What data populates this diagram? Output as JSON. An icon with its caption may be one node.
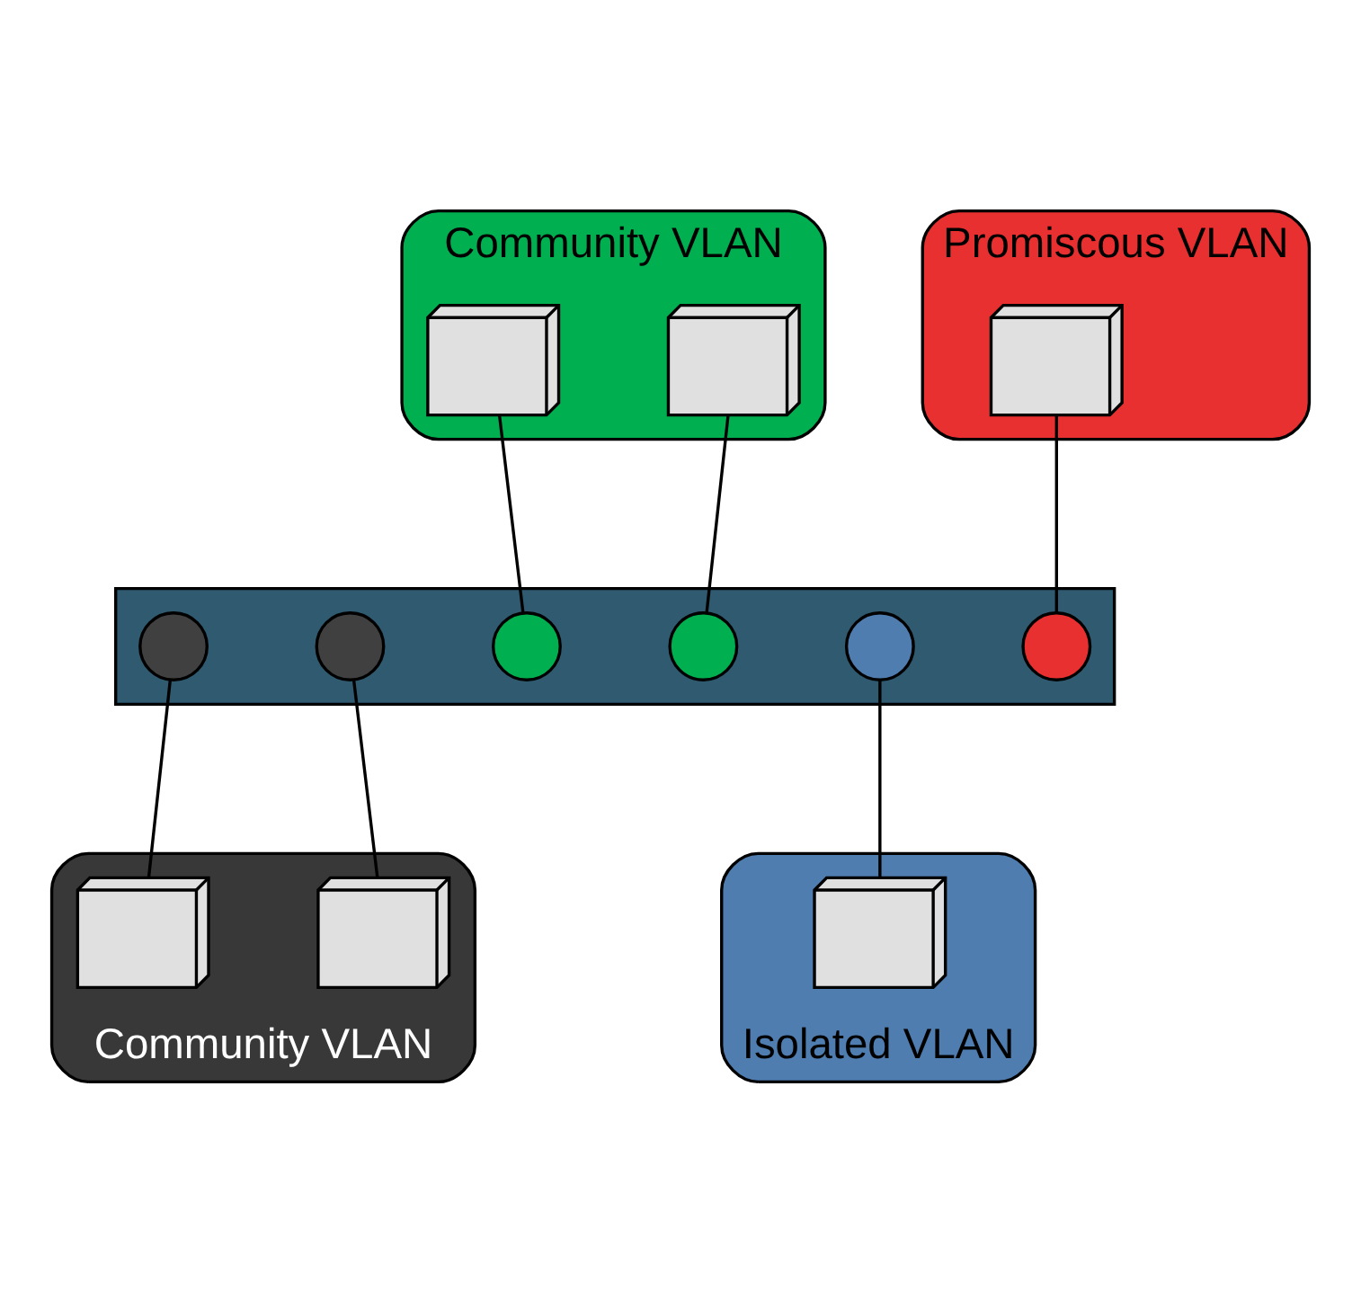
{
  "diagram": {
    "nodes": [
      {
        "text": [
          "Community VLAN"
        ]
      },
      {
        "text": [],
        "shape": "picture",
        "in": 0
      },
      {
        "text": [],
        "shape": "picture",
        "in": 0
      },
      {
        "text": [
          "Promiscous VLAN"
        ]
      },
      {
        "text": [],
        "shape": "picture",
        "in": 3
      },
      {
        "text": [],
        "shape": "box"
      },
      {
        "text": [],
        "shape": "circle",
        "in": 5
      },
      {
        "text": [],
        "shape": "circle",
        "in": 5
      },
      {
        "text": [],
        "shape": "circle",
        "in": 5
      },
      {
        "text": [],
        "shape": "circle",
        "in": 5
      },
      {
        "text": [],
        "shape": "circle",
        "in": 5
      },
      {
        "text": [],
        "shape": "circle",
        "in": 5
      },
      {
        "text": [
          "Community VLAN"
        ]
      },
      {
        "text": [],
        "shape": "picture",
        "in": 12
      },
      {
        "text": [],
        "shape": "picture",
        "in": 12
      },
      {
        "text": [
          "Isolated VLAN"
        ]
      },
      {
        "text": [],
        "shape": "picture",
        "in": 15
      }
    ],
    "edges": [
      {
        "from": 1,
        "to": 8,
        "arrow": "none"
      },
      {
        "from": 2,
        "to": 9,
        "arrow": "none"
      },
      {
        "from": 4,
        "to": 11,
        "arrow": "none"
      },
      {
        "from": 6,
        "to": 13,
        "arrow": "none"
      },
      {
        "from": 7,
        "to": 14,
        "arrow": "none"
      },
      {
        "from": 10,
        "to": 16,
        "arrow": "none"
      }
    ]
  }
}
